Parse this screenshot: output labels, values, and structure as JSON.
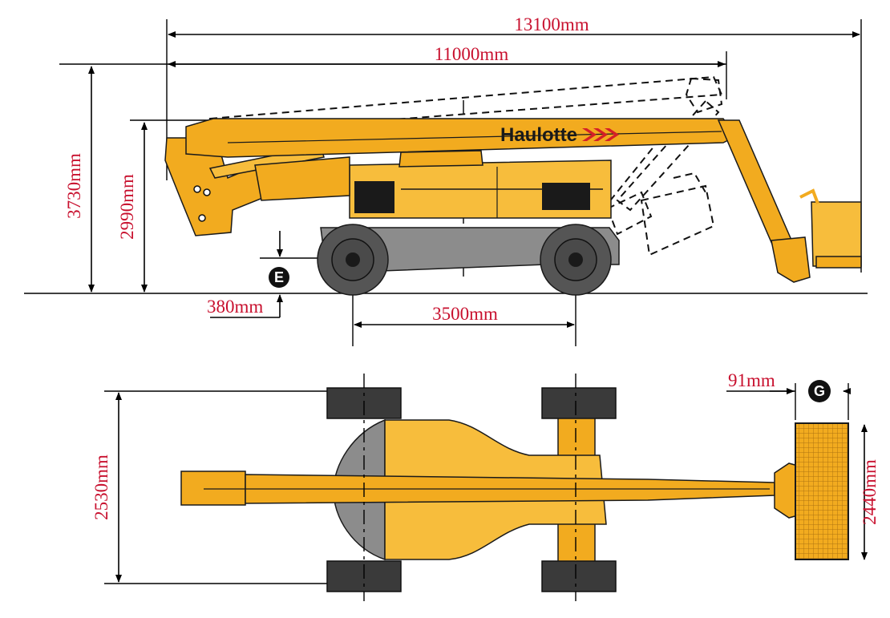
{
  "dimensions": {
    "overall_reach": "13100mm",
    "outreach": "11000mm",
    "stowed_height": "3730mm",
    "boom_height": "2990mm",
    "ground_clearance": "380mm",
    "wheelbase": "3500mm",
    "overall_width": "2530mm",
    "platform_width": "2440mm",
    "platform_depth": "91mm"
  },
  "badges": {
    "e": "E",
    "g": "G"
  },
  "brand": {
    "name": "Haulotte",
    "color": "#1a1a1a",
    "chevron_color": "#d42027"
  },
  "colors": {
    "machine_yellow": "#f2ab1f",
    "dimension_red": "#c8102e"
  }
}
